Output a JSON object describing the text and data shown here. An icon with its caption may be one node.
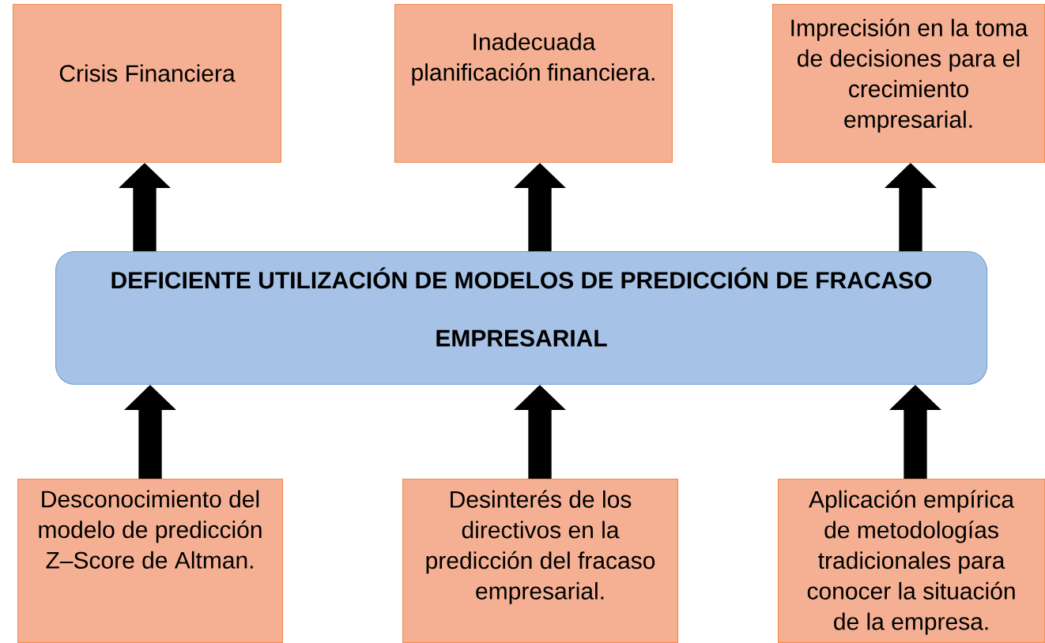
{
  "diagram": {
    "nodes": [
      {
        "text": [
          "Crisis Financiera"
        ]
      },
      {
        "text": [
          "Inadecuada planificación financiera."
        ]
      },
      {
        "text": [
          "Imprecisión en la toma de decisiones para el crecimiento empresarial."
        ]
      },
      {
        "text": [
          "DEFICIENTE UTILIZACIÓN DE MODELOS DE PREDICCIÓN DE FRACASO EMPRESARIAL"
        ]
      },
      {
        "text": [
          "Desconocimiento del modelo de predicción Z–Score de Altman."
        ]
      },
      {
        "text": [
          "Desinterés de los directivos en la predicción del fracaso empresarial."
        ]
      },
      {
        "text": [
          "Aplicación empírica de metodologías tradicionales para conocer la situación de la empresa."
        ]
      }
    ],
    "edges": [
      {
        "from": 3,
        "to": 0,
        "arrow": "to"
      },
      {
        "from": 3,
        "to": 1,
        "arrow": "to"
      },
      {
        "from": 3,
        "to": 2,
        "arrow": "to"
      },
      {
        "from": 4,
        "to": 3,
        "arrow": "to"
      },
      {
        "from": 5,
        "to": 3,
        "arrow": "to"
      },
      {
        "from": 6,
        "to": 3,
        "arrow": "to"
      }
    ]
  }
}
